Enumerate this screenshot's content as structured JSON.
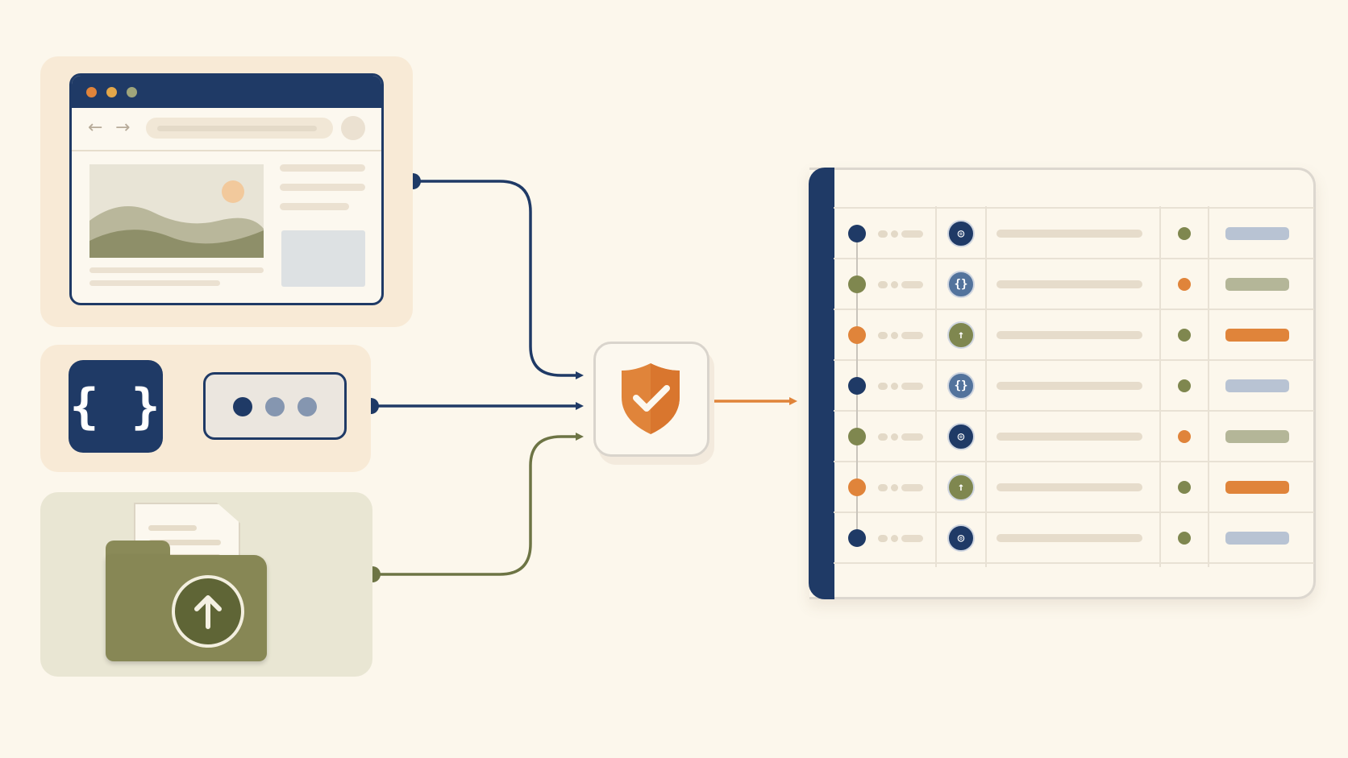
{
  "colors": {
    "navy": "#1f3a66",
    "olive": "#7f874f",
    "orange": "#e0843a",
    "steel": "#53739c",
    "background": "#fcf7ec"
  },
  "sources": [
    {
      "name": "web-page",
      "icon": "browser-window-icon",
      "accent": "#1f3a66"
    },
    {
      "name": "api",
      "icon": "curly-braces-icon",
      "accent": "#1f3a66"
    },
    {
      "name": "file-upload",
      "icon": "upload-folder-icon",
      "accent": "#7f874f"
    }
  ],
  "center": {
    "icon": "shield-check-icon",
    "accent": "#e0843a"
  },
  "table": {
    "rows": [
      {
        "node": "navy",
        "icon": "globe-icon",
        "status": "olive",
        "tag": "blue"
      },
      {
        "node": "olive",
        "icon": "braces-icon",
        "status": "orange",
        "tag": "olive"
      },
      {
        "node": "orange",
        "icon": "upload-icon",
        "status": "olive",
        "tag": "orange"
      },
      {
        "node": "navy",
        "icon": "braces-icon",
        "status": "olive",
        "tag": "blue"
      },
      {
        "node": "olive",
        "icon": "globe-icon",
        "status": "orange",
        "tag": "olive"
      },
      {
        "node": "orange",
        "icon": "upload-icon",
        "status": "olive",
        "tag": "orange"
      },
      {
        "node": "navy",
        "icon": "globe-icon",
        "status": "olive",
        "tag": "blue"
      }
    ]
  }
}
